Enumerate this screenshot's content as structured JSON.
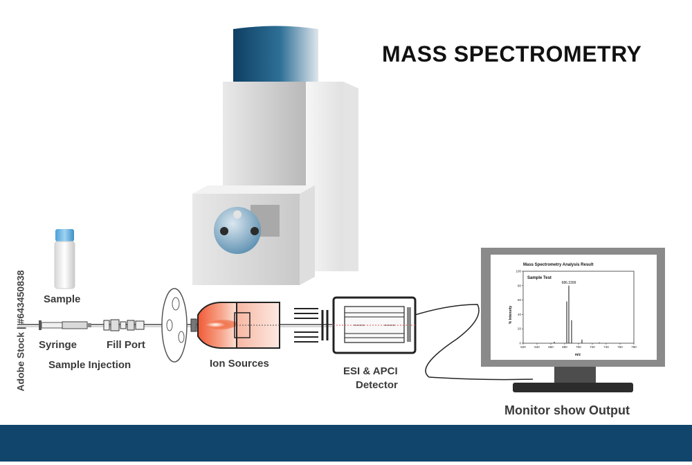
{
  "title": "MASS SPECTROMETRY",
  "labels": {
    "sample": "Sample",
    "syringe": "Syringe",
    "fill_port": "Fill Port",
    "sample_injection": "Sample Injection",
    "ion_sources": "Ion Sources",
    "detector_line1": "ESI & APCI",
    "detector_line2": "Detector",
    "monitor_output": "Monitor show Output"
  },
  "watermark": "Adobe Stock | #643450838",
  "monitor_chart": {
    "title": "Mass Spectrometry Analysis Result",
    "subtitle": "Sample Test",
    "peak_label": "686.3399",
    "ylabel": "% Intensity",
    "xlabel": "m/z"
  },
  "chart_data": {
    "type": "bar",
    "title": "Mass Spectrometry Analysis Result",
    "subtitle": "Sample Test",
    "xlabel": "m/z",
    "ylabel": "% Intensity",
    "xlim": [
      620,
      780
    ],
    "ylim": [
      0,
      100
    ],
    "x_ticks": [
      620,
      640,
      660,
      680,
      700,
      720,
      740,
      760,
      780
    ],
    "y_ticks": [
      0,
      20,
      40,
      60,
      80,
      100
    ],
    "x": [
      665,
      683,
      686,
      690,
      705,
      730
    ],
    "values": [
      2,
      58,
      80,
      32,
      5,
      1
    ],
    "annotations": [
      {
        "x": 686,
        "text": "686.3399"
      }
    ]
  },
  "colors": {
    "bottom_bar": "#11456b",
    "lid": "#1d5a7d",
    "ion_source_glow": "#ef6d4a"
  }
}
